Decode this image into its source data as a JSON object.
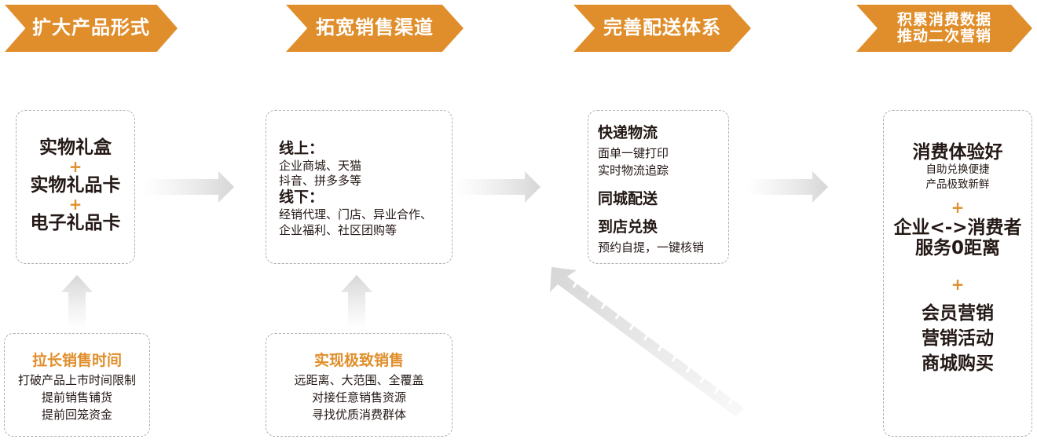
{
  "steps": [
    {
      "lines": [
        "扩大产品形式"
      ]
    },
    {
      "lines": [
        "拓宽销售渠道"
      ]
    },
    {
      "lines": [
        "完善配送体系"
      ]
    },
    {
      "lines": [
        "积累消费数据",
        "推动二次营销"
      ]
    }
  ],
  "box1": {
    "item1": "实物礼盒",
    "plus": "+",
    "item2": "实物礼品卡",
    "item3": "电子礼品卡"
  },
  "box2": {
    "online_title": "线上：",
    "online_1": "企业商城、天猫",
    "online_2": "抖音、拼多多等",
    "offline_title": "线下：",
    "offline_1": "经销代理、门店、异业合作、",
    "offline_2": "企业福利、社区团购等"
  },
  "box3": {
    "express_title": "快递物流",
    "express_1": "面单一键打印",
    "express_2": "实时物流追踪",
    "city_title": "同城配送",
    "store_title": "到店兑换",
    "store_1": "预约自提，一键核销"
  },
  "box4": {
    "title1": "消费体验好",
    "sub1": "自助兑换便捷",
    "sub2": "产品极致新鲜",
    "plus": "+",
    "title2a": "企业<->消费者",
    "title2b": "服务0距离",
    "title3a": "会员营销",
    "title3b": "营销活动",
    "title3c": "商城购买"
  },
  "box5": {
    "title": "拉长销售时间",
    "line1": "打破产品上市时间限制",
    "line2": "提前销售铺货",
    "line3": "提前回笼资金"
  },
  "box6": {
    "title": "实现极致销售",
    "line1": "远距离、大范围、全覆盖",
    "line2": "对接任意销售资源",
    "line3": "寻找优质消费群体"
  },
  "colors": {
    "accent": "#e08e2b",
    "text": "#231815",
    "arrow": "#d9d9d9",
    "dashed_border": "#b0b0b0"
  }
}
